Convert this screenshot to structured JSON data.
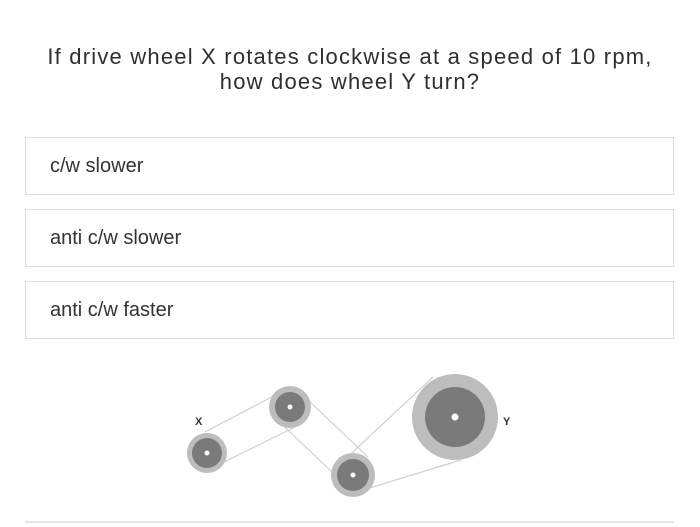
{
  "question": {
    "line1": "If drive wheel X rotates clockwise at a speed of 10 rpm,",
    "line2": "how does wheel Y turn?"
  },
  "options": [
    {
      "label": "c/w slower"
    },
    {
      "label": "anti c/w slower"
    },
    {
      "label": "anti c/w faster"
    }
  ],
  "diagram": {
    "wheel_x_label": "X",
    "wheel_y_label": "Y",
    "colors": {
      "outer_ring": "#bdbdbd",
      "inner_disc": "#7a7a7a",
      "hub": "#ffffff",
      "belt": "#cfcfcf"
    }
  }
}
